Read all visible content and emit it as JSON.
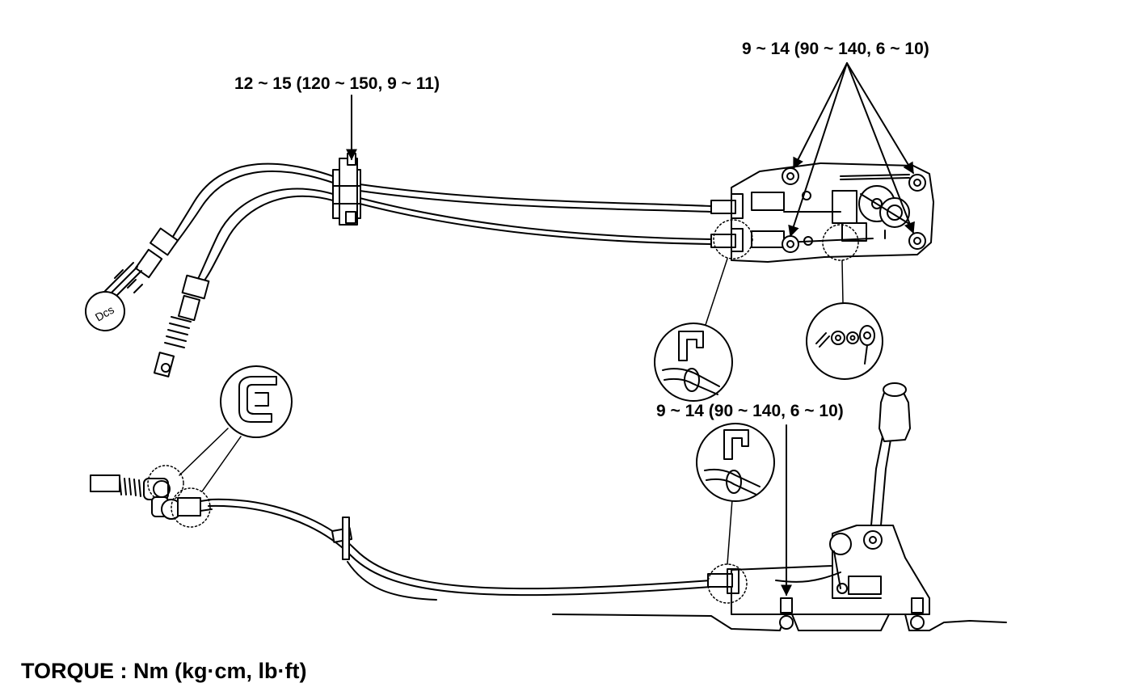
{
  "labels": {
    "torque_upper_cable_bracket": "12 ~ 15 (120 ~ 150, 9 ~ 11)",
    "torque_upper_shift_lever_bracket": "9 ~ 14 (90 ~ 140, 6 ~ 10)",
    "torque_lower_shift_lever_bracket": "9 ~ 14 (90 ~ 140, 6 ~ 10)",
    "torque_units": "TORQUE : Nm (kg·cm, lb·ft)"
  }
}
